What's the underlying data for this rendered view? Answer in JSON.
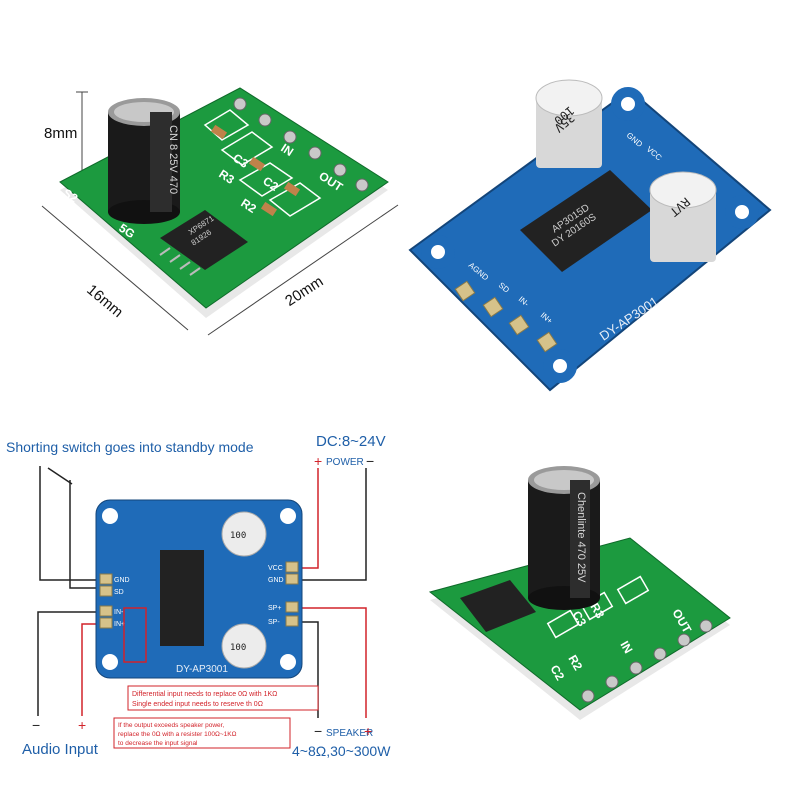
{
  "panel_tl": {
    "dim_height": "8mm",
    "dim_depth": "16mm",
    "dim_width": "20mm",
    "pcb_labels": [
      "S2",
      "C3",
      "R3",
      "IN",
      "C2",
      "R2",
      "OUT",
      "5G"
    ],
    "cap_text": "CN 8 25V 470",
    "chip_text": [
      "XP6871",
      "81926"
    ]
  },
  "panel_tr": {
    "pcb_text": "DY-AP3001",
    "pin_labels": [
      "AGND",
      "SD",
      "IN-",
      "IN+"
    ],
    "side_labels": [
      "GND",
      "VCC"
    ],
    "cap_text": [
      "100",
      "35V",
      "RVT"
    ],
    "chip_text": [
      "AP3015D",
      "DY 20160S"
    ]
  },
  "panel_bl": {
    "standby_note": "Shorting switch goes into standby mode",
    "dc_title": "DC:8~24V",
    "power_label": "POWER",
    "plus": "+",
    "minus": "−",
    "note_differential": "Differential input needs to replace 0Ω with 1KΩ",
    "note_single": "Single ended input needs to reserve th 0Ω",
    "note_output": "If the output exceeds speaker power,",
    "note_output2": "replace the 0Ω with a resister 100Ω~1KΩ",
    "note_output3": "to decrease the input signal",
    "audio_input": "Audio Input",
    "speaker_label": "SPEAKER",
    "speaker_spec": "4~8Ω,30~300W",
    "pcb_text": "DY-AP3001",
    "pin_left": [
      "GND",
      "SD",
      "IN-",
      "IN+"
    ],
    "pin_right": [
      "VCC",
      "GND",
      "SP+",
      "SP-"
    ]
  },
  "panel_br": {
    "cap_text": "Chenlinte 470 25V",
    "pcb_labels": [
      "C3",
      "R3",
      "IN",
      "OUT",
      "C2",
      "R2"
    ]
  },
  "colors": {
    "green_pcb": "#1c9a3f",
    "blue_pcb": "#1f6bb8",
    "note_red": "#d2232a",
    "dc_blue": "#1f5fa8",
    "cap_black": "#1a1a1a"
  }
}
